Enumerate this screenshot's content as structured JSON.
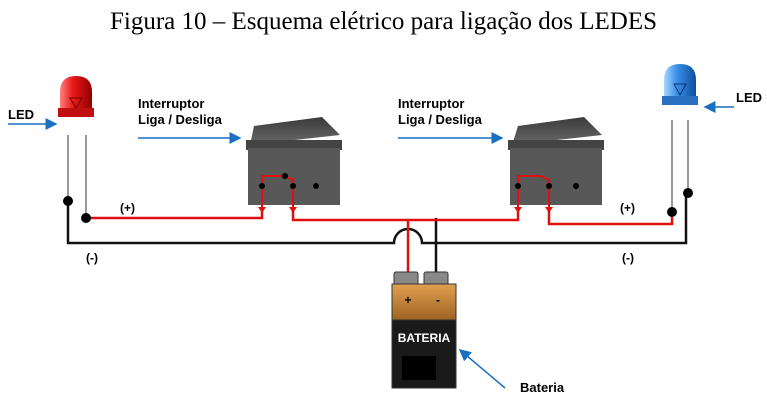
{
  "caption": "Figura 10 – Esquema elétrico para ligação dos LEDES",
  "labels": {
    "led_left": "LED",
    "led_right": "LED",
    "switch_left_line1": "Interruptor",
    "switch_left_line2": "Liga / Desliga",
    "switch_right_line1": "Interruptor",
    "switch_right_line2": "Liga / Desliga",
    "battery_pointer": "Bateria",
    "battery_body": "BATERIA",
    "battery_plus": "+",
    "battery_minus": "-",
    "plus_left": "(+)",
    "plus_right": "(+)",
    "minus_left": "(-)",
    "minus_right": "(-)"
  },
  "colors": {
    "wire_positive": "#e01010",
    "wire_negative": "#111111",
    "led_left": "#e81818",
    "led_right": "#3a8fe8",
    "switch_body": "#585858",
    "battery_top": "#c88a3a",
    "battery_body": "#1a1a1a",
    "pointer_arrow": "#1a6fc0"
  }
}
